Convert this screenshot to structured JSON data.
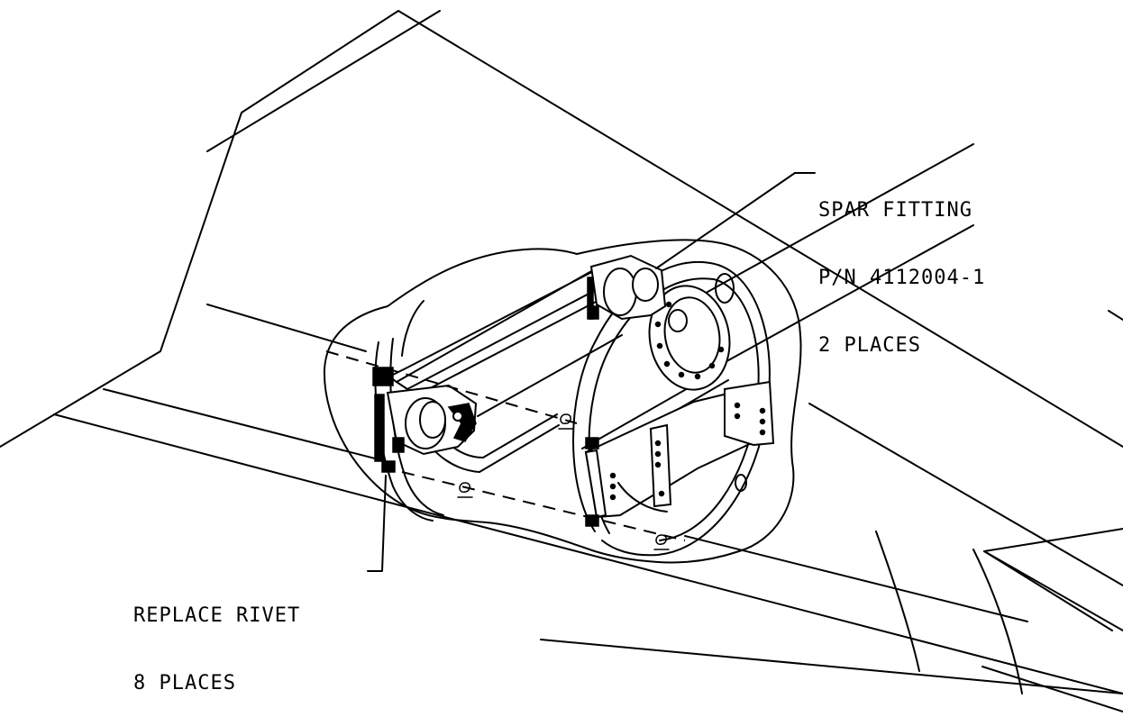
{
  "callouts": {
    "spar_fitting": {
      "line1": "SPAR FITTING",
      "line2": "P/N 4112004-1",
      "line3": "2 PLACES"
    },
    "replace_rivet": {
      "line1": "REPLACE RIVET",
      "line2": "8 PLACES"
    }
  }
}
